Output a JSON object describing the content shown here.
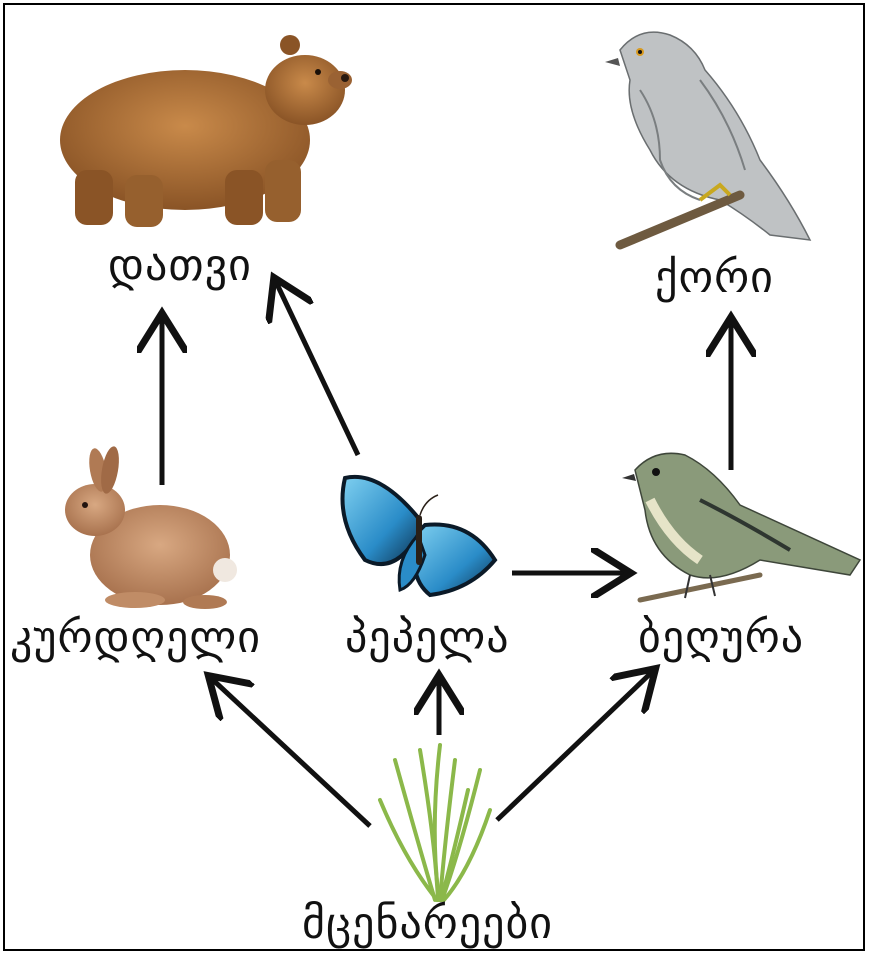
{
  "nodes": {
    "bear": {
      "label": "დათვი",
      "icon": "bear-icon"
    },
    "hawk": {
      "label": "ქორი",
      "icon": "hawk-icon"
    },
    "rabbit": {
      "label": "კურდღელი",
      "icon": "rabbit-icon"
    },
    "butterfly": {
      "label": "პეპელა",
      "icon": "butterfly-icon"
    },
    "bird": {
      "label": "ბეღურა",
      "icon": "sparrow-icon"
    },
    "plants": {
      "label": "მცენარეები",
      "icon": "grass-icon"
    }
  },
  "edges": [
    {
      "from": "rabbit",
      "to": "bear"
    },
    {
      "from": "butterfly",
      "to": "bear"
    },
    {
      "from": "bird",
      "to": "hawk"
    },
    {
      "from": "butterfly",
      "to": "bird"
    },
    {
      "from": "plants",
      "to": "rabbit"
    },
    {
      "from": "plants",
      "to": "butterfly"
    },
    {
      "from": "plants",
      "to": "bird"
    }
  ],
  "colors": {
    "arrow": "#111111",
    "bear_fur": "#b4743a",
    "butterfly_blue": "#3aa0d8",
    "grass": "#8bb84a"
  }
}
